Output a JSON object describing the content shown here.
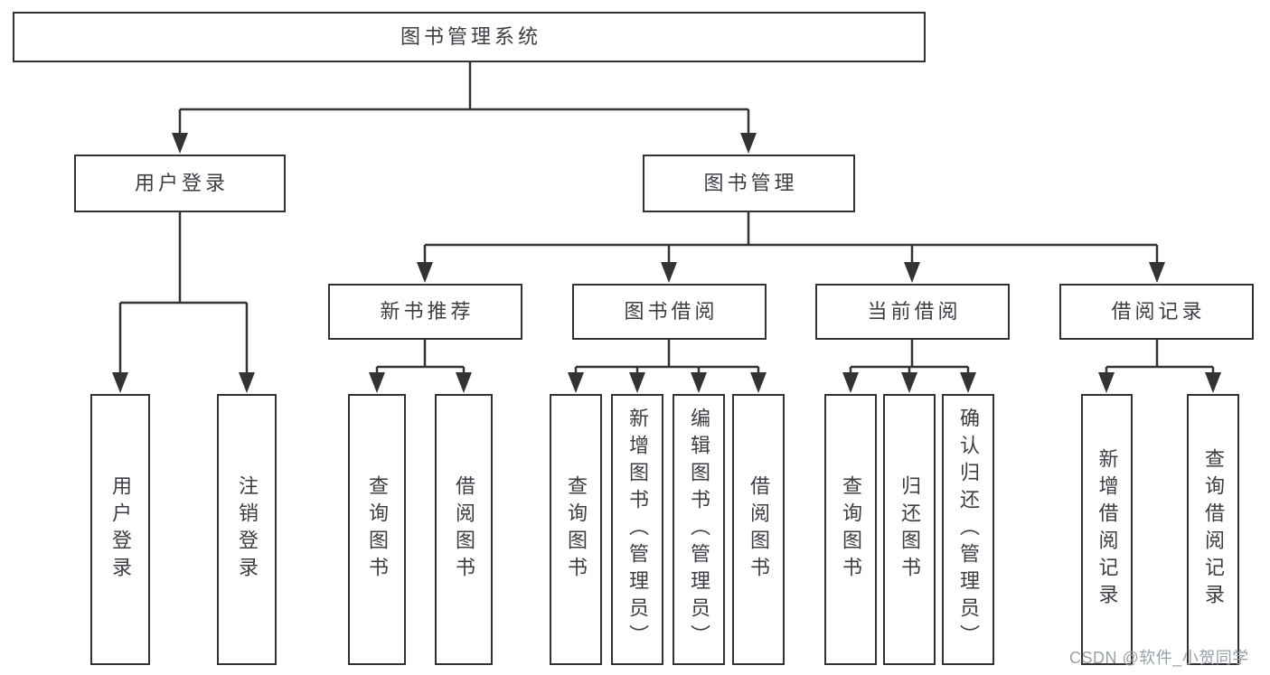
{
  "diagram": {
    "root": {
      "label": "图书管理系统"
    },
    "level2": [
      {
        "label": "用户登录"
      },
      {
        "label": "图书管理"
      }
    ],
    "level3": [
      {
        "label": "新书推荐",
        "parent": "图书管理"
      },
      {
        "label": "图书借阅",
        "parent": "图书管理"
      },
      {
        "label": "当前借阅",
        "parent": "图书管理"
      },
      {
        "label": "借阅记录",
        "parent": "图书管理"
      }
    ],
    "leaves": [
      {
        "label": "用户登录",
        "parent": "用户登录"
      },
      {
        "label": "注销登录",
        "parent": "用户登录"
      },
      {
        "label": "查询图书",
        "parent": "新书推荐"
      },
      {
        "label": "借阅图书",
        "parent": "新书推荐"
      },
      {
        "label": "查询图书",
        "parent": "图书借阅"
      },
      {
        "label": "新增图书（管理员）",
        "parent": "图书借阅"
      },
      {
        "label": "编辑图书（管理员）",
        "parent": "图书借阅"
      },
      {
        "label": "借阅图书",
        "parent": "图书借阅"
      },
      {
        "label": "查询图书",
        "parent": "当前借阅"
      },
      {
        "label": "归还图书",
        "parent": "当前借阅"
      },
      {
        "label": "确认归还（管理员）",
        "parent": "当前借阅"
      },
      {
        "label": "新增借阅记录",
        "parent": "借阅记录"
      },
      {
        "label": "查询借阅记录",
        "parent": "借阅记录"
      }
    ]
  },
  "watermark": {
    "text": "CSDN @软件_小贺同学"
  },
  "colors": {
    "line": "#333333",
    "text": "#3b3e44",
    "watermark": "#99a1a8",
    "background": "#ffffff"
  }
}
